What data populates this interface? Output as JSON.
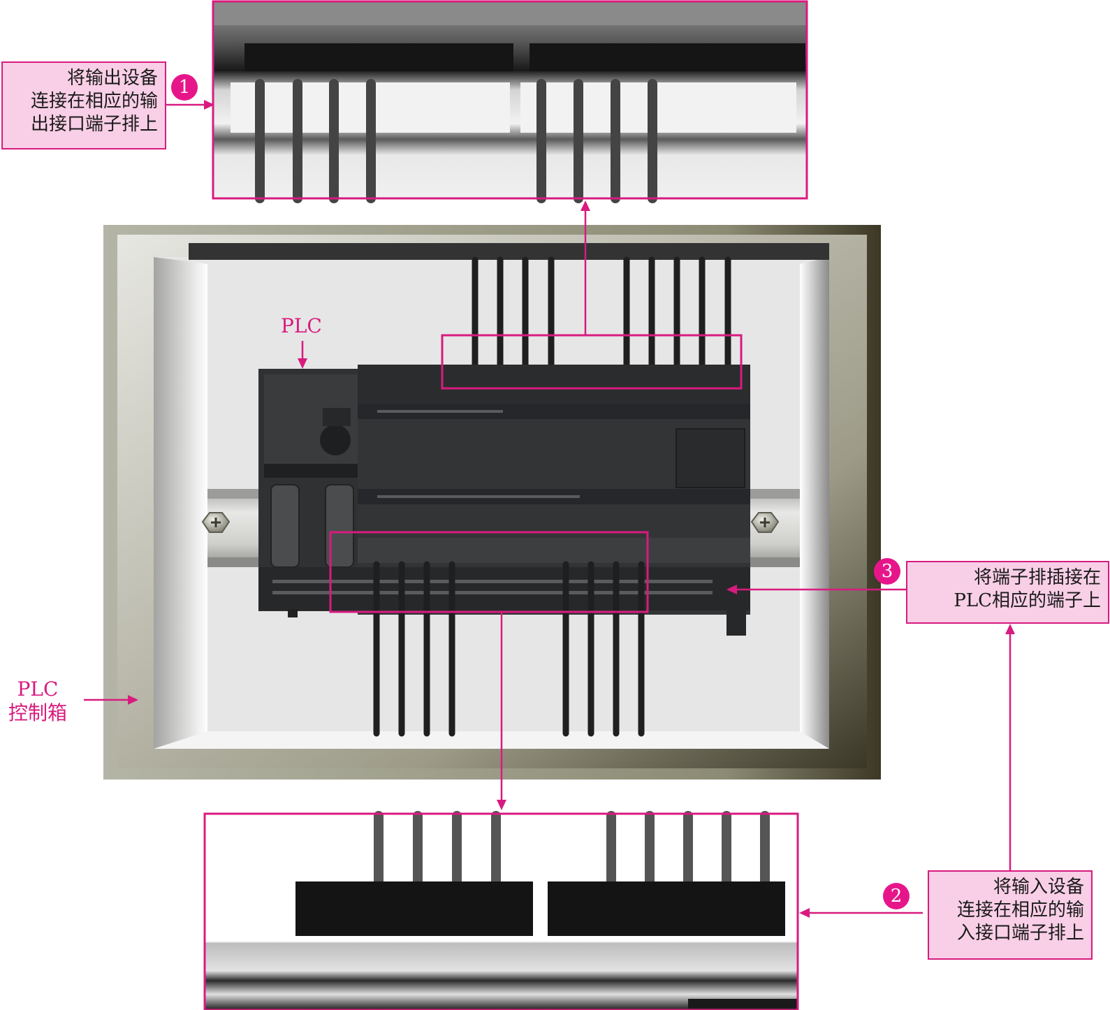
{
  "callouts": {
    "c1": {
      "number": "1",
      "lines": [
        "将输出设备",
        "连接在相应的输",
        "出接口端子排上"
      ]
    },
    "c2": {
      "number": "2",
      "lines": [
        "将输入设备",
        "连接在相应的输",
        "入接口端子排上"
      ]
    },
    "c3": {
      "number": "3",
      "lines": [
        "将端子排插接在",
        "PLC相应的端子上"
      ]
    }
  },
  "labels": {
    "plc": "PLC",
    "box_line1": "PLC",
    "box_line2": "控制箱"
  },
  "colors": {
    "accent": "#d81b7f",
    "callout_fill": "#f8cfe6",
    "badge": "#e6168a",
    "plc_body": "#2e2f31",
    "cabinet_frame": "#a7a898"
  }
}
